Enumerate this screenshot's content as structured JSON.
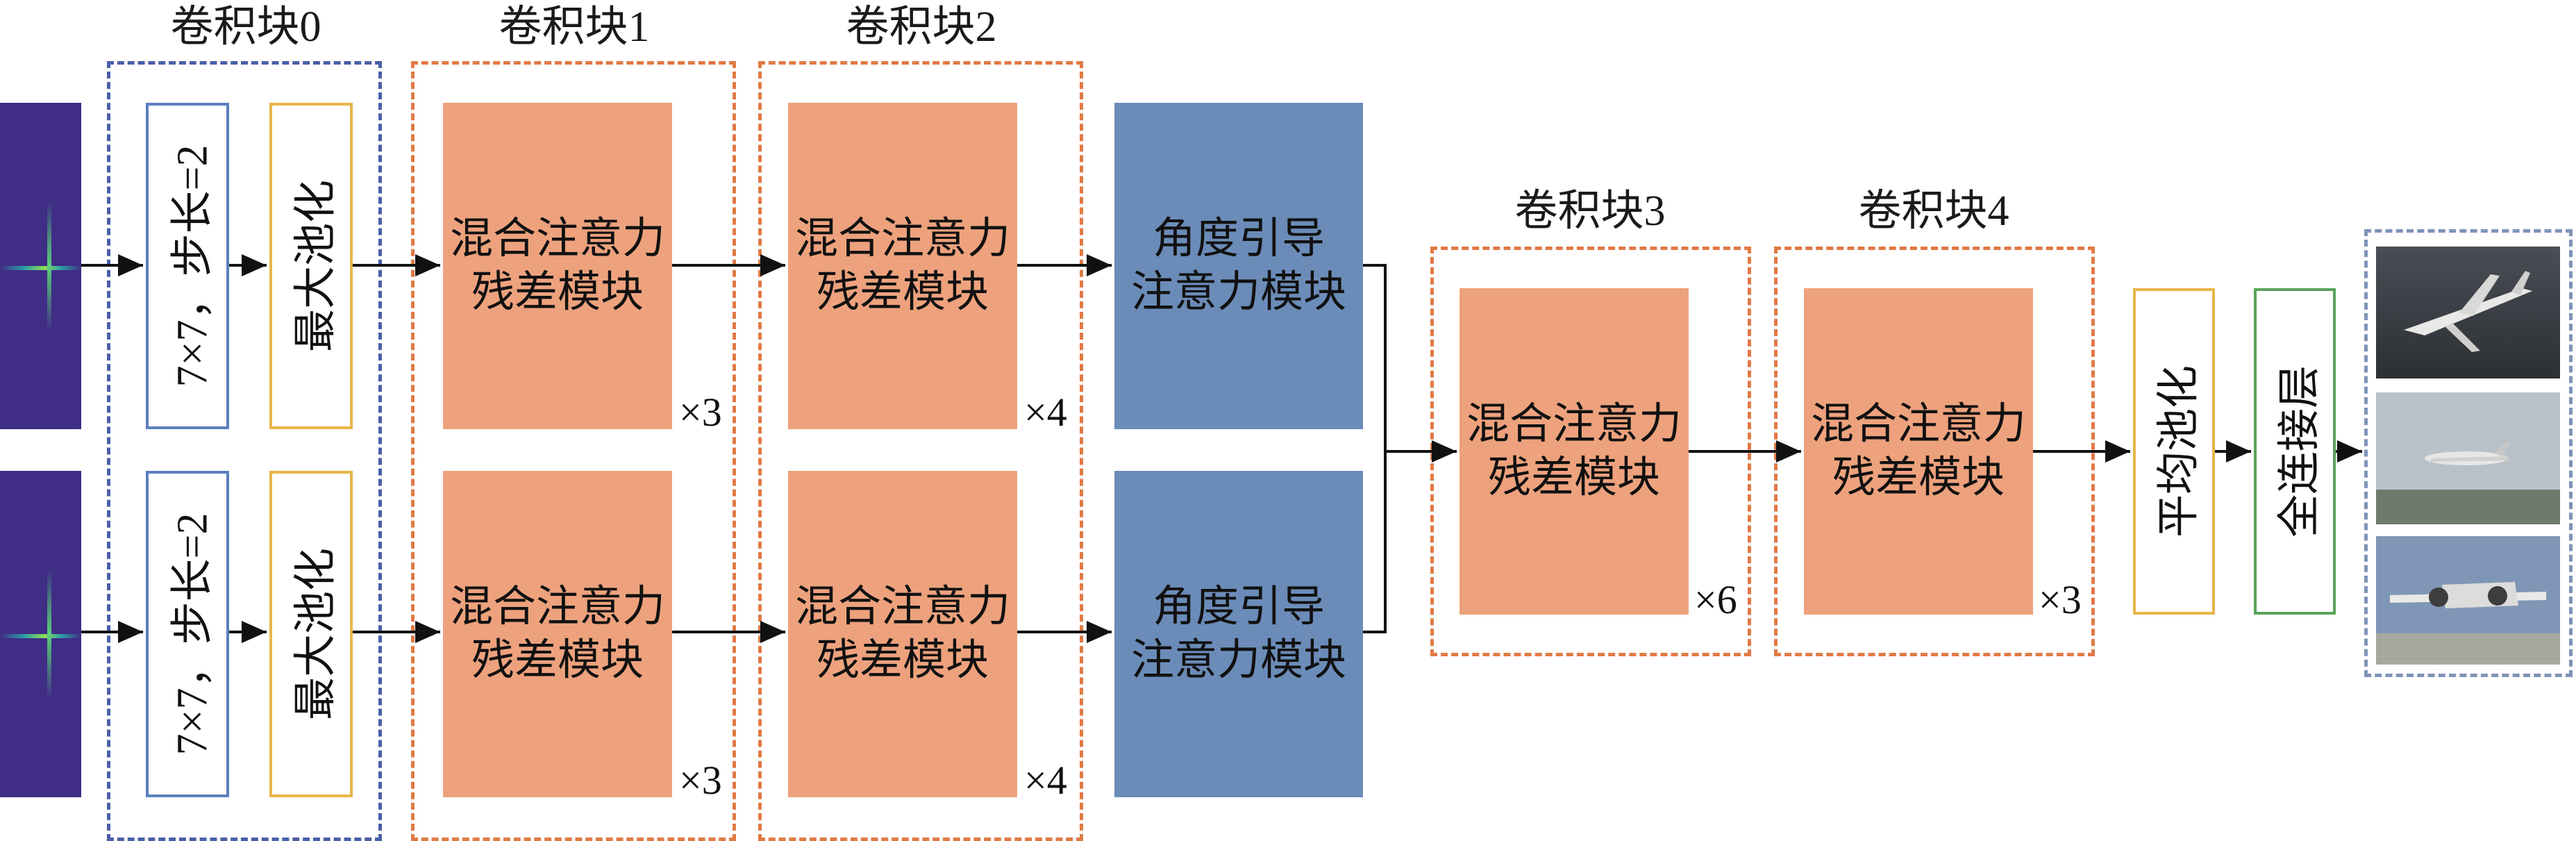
{
  "blocks": {
    "b0": "卷积块0",
    "b1": "卷积块1",
    "b2": "卷积块2",
    "b3": "卷积块3",
    "b4": "卷积块4"
  },
  "modules": {
    "conv7": "7×7，步长=2",
    "maxpool": "最大池化",
    "mix_line1": "混合注意力",
    "mix_line2": "残差模块",
    "angle_line1": "角度引导",
    "angle_line2": "注意力模块",
    "avgpool": "平均池化",
    "fc": "全连接层"
  },
  "repeats": {
    "b1": "×3",
    "b2": "×4",
    "b3": "×6",
    "b4": "×3"
  },
  "colors": {
    "blue_dash": "#4a5fa8",
    "orange_dash": "#e07a45",
    "residual_fill": "#eda27d",
    "angle_fill": "#6b8cb8"
  }
}
